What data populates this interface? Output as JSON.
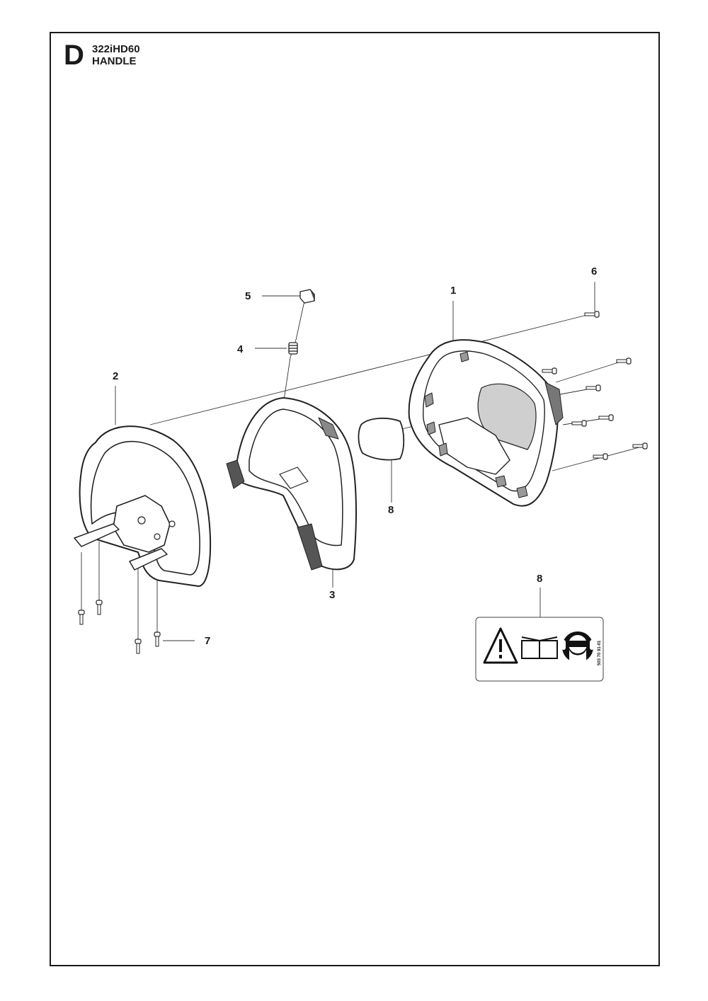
{
  "header": {
    "section_letter": "D",
    "model": "322iHD60",
    "title": "HANDLE"
  },
  "callouts": {
    "c1": "1",
    "c2": "2",
    "c3": "3",
    "c4": "4",
    "c5": "5",
    "c6": "6",
    "c7": "7",
    "c8a": "8",
    "c8b": "8"
  },
  "decal": {
    "code": "503 70 91-01",
    "icons": [
      "warning-triangle-icon",
      "read-manual-icon",
      "eye-ear-protection-icon"
    ]
  }
}
